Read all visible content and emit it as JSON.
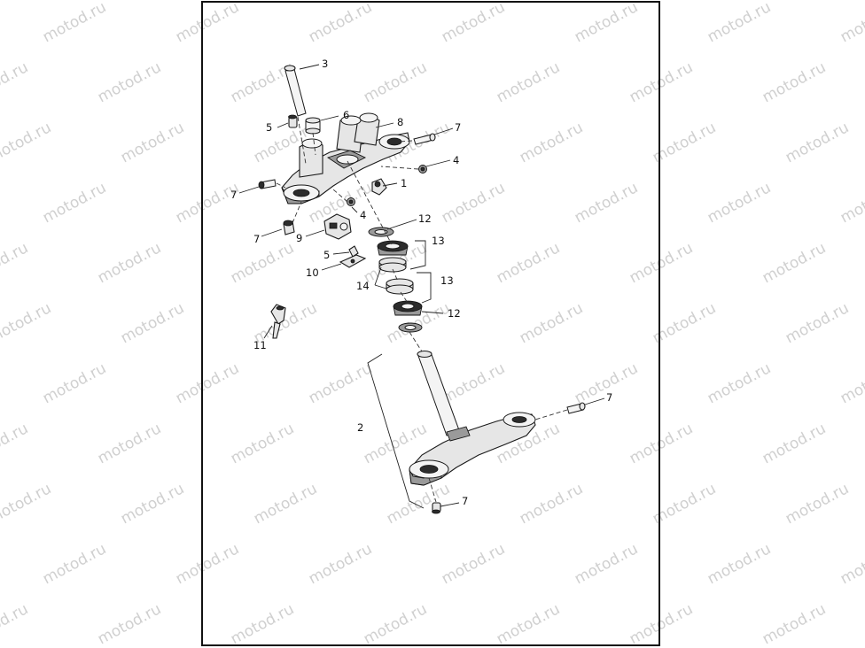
{
  "watermark": {
    "text": "motod.ru",
    "color": "#d0d0d0"
  },
  "diagram": {
    "labels": [
      "3",
      "6",
      "8",
      "5",
      "7",
      "4",
      "1",
      "7",
      "4",
      "12",
      "7",
      "9",
      "13",
      "5",
      "10",
      "14",
      "13",
      "12",
      "11",
      "7",
      "2",
      "7"
    ]
  }
}
